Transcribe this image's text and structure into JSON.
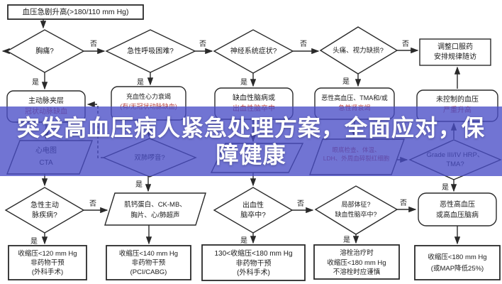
{
  "banner": {
    "line1": "突发高血压病人紧急处理方案，全面应对，保",
    "line2": "障健康",
    "bg_rgba": "rgba(73,77,198,0.78)",
    "text_color": "#ffffff"
  },
  "labels": {
    "yes": "是",
    "no": "否"
  },
  "colors": {
    "line": "#2a2a2a",
    "warning_red": "#b5413c"
  },
  "nodes": {
    "bp_rise": {
      "line1": "血压急剧升高(>180/110 mm Hg)"
    },
    "chest_pain": {
      "line1": "胸痛?"
    },
    "dyspnea": {
      "line1": "急性呼吸困难?"
    },
    "neuro": {
      "line1": "神经系统症状?"
    },
    "headache_vision": {
      "line1": "头痛、视力缺损?"
    },
    "adjust_meds": {
      "line1": "调整口服药",
      "line2": "安排规律随访"
    },
    "aortic_dissection": {
      "line1": "主动脉夹层",
      "line2": "冠状动脉缺血"
    },
    "chf": {
      "line1": "充血性心力衰竭",
      "line2": "(有/无冠状动脉缺血)"
    },
    "brain": {
      "line1": "缺血性脑病或",
      "line2": "出血性脑卒中"
    },
    "malignant_tma": {
      "line1": "恶性高血压、TMA和/或",
      "line2": "急性肾衰竭"
    },
    "uncontrolled": {
      "line1": "未控制的血压",
      "line2": "严重升高"
    },
    "ecg_cta": {
      "line1": "心电图",
      "line2": "CTA"
    },
    "rales": {
      "line1": "双肺啰音?"
    },
    "fundus": {
      "line1": "眼底检查、体温、",
      "line2": "LDH、外周血碎裂红细胞"
    },
    "grade_hrp": {
      "line1": "Grade III/IV HRP、",
      "line2": "TMA?"
    },
    "acute_aortic": {
      "line1": "急性主动",
      "line2": "脉疾病?"
    },
    "troponin": {
      "line1": "肌钙蛋白、CK-MB、",
      "line2": "胸片、心/肺超声"
    },
    "hemorrhagic": {
      "line1": "出血性",
      "line2": "脑卒中?"
    },
    "focal_signs": {
      "line1": "局部体征?",
      "line2": "缺血性脑卒中?"
    },
    "malignant_enceph": {
      "line1": "恶性高血压",
      "line2": "或高血压脑病"
    },
    "sbp_120": {
      "line1": "收缩压<120 mm Hg",
      "line2": "非药物干预",
      "line3": "(外科手术)"
    },
    "sbp_140": {
      "line1": "收缩压<140 mm Hg",
      "line2": "非药物干预",
      "line3": "(PCI/CABG)"
    },
    "sbp_130_180": {
      "line1": "130<收缩压<180 mm Hg",
      "line2": "非药物干预",
      "line3": "(外科手术)"
    },
    "thrombolysis": {
      "line1": "溶栓治疗时",
      "line2": "收缩压<180 mm Hg",
      "line3": "不溶栓时应谨慎"
    },
    "sbp_180_map": {
      "line1": "收缩压<180 mm Hg",
      "line2": "(或MAP降低25%)"
    }
  }
}
